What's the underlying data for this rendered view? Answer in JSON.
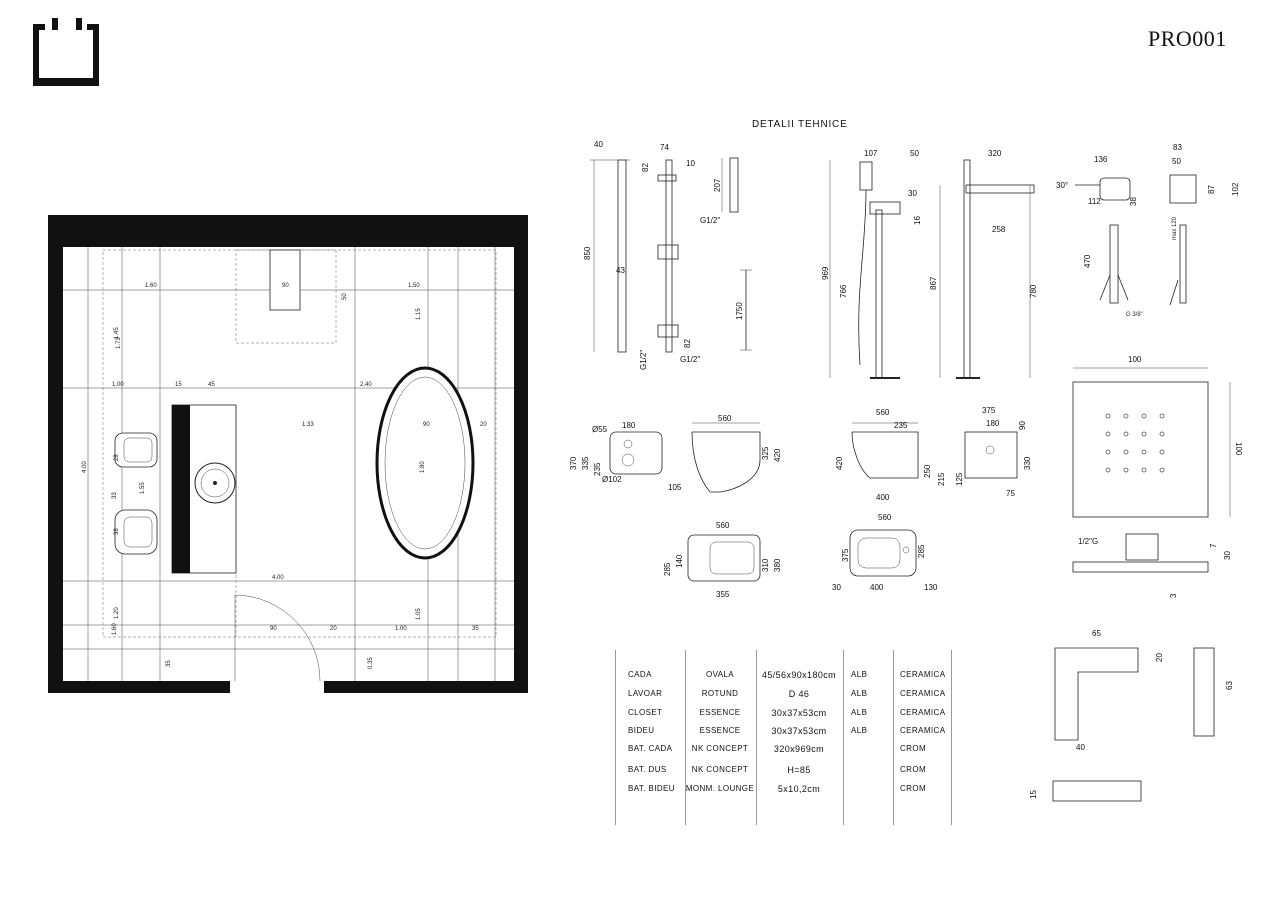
{
  "header": {
    "code": "PRO001",
    "technical_title": "DETALII TEHNICE"
  },
  "icons": {
    "logo": "open-box-logo-icon"
  },
  "plan": {
    "dims": [
      "1.60",
      "90",
      "50",
      "1.50",
      "1.73",
      "1.45",
      "1.15",
      "1.00",
      "15",
      "45",
      "2.40",
      "1.33",
      "90",
      "20",
      "28",
      "33",
      "1.55",
      "4.00",
      "1.80",
      "38",
      "4.00",
      "1.20",
      "1.60",
      "90",
      "20",
      "1.00",
      "35",
      "35",
      "0.35",
      "1.05"
    ]
  },
  "details": {
    "shower_bar": [
      "40",
      "74",
      "10",
      "82",
      "207",
      "G1/2\"",
      "850",
      "43",
      "1750",
      "82",
      "G1/2\"",
      "G1/2\""
    ],
    "bath_faucet": [
      "107",
      "50",
      "30",
      "16",
      "969",
      "766",
      "320",
      "258",
      "867",
      "780"
    ],
    "bidet_mixer": [
      "136",
      "30°",
      "112",
      "38",
      "470",
      "83",
      "50",
      "87",
      "102",
      "max 120",
      "G 3/8\""
    ],
    "washbasin": [
      "Ø55",
      "180",
      "370",
      "335",
      "235",
      "Ø102"
    ],
    "toilet_side": [
      "560",
      "325",
      "420",
      "105"
    ],
    "bidet_side": [
      "560",
      "235",
      "420",
      "250",
      "215",
      "400"
    ],
    "bidet_front": [
      "375",
      "180",
      "90",
      "330",
      "125",
      "75"
    ],
    "toilet_top": [
      "560",
      "285",
      "140",
      "310",
      "380",
      "355"
    ],
    "bidet_top": [
      "560",
      "375",
      "285",
      "30",
      "400",
      "130"
    ],
    "shower_head": [
      "100",
      "100",
      "1/2\"G",
      "7",
      "30",
      "3"
    ],
    "soap_dish": [
      "65",
      "20",
      "63",
      "40",
      "15"
    ]
  },
  "spec_table": {
    "rows": [
      {
        "item": "CADA",
        "model": "OVALA",
        "size": "45/56x90x180cm",
        "color": "ALB",
        "material": "CERAMICA"
      },
      {
        "item": "LAVOAR",
        "model": "ROTUND",
        "size": "D 46",
        "color": "ALB",
        "material": "CERAMICA"
      },
      {
        "item": "CLOSET",
        "model": "ESSENCE",
        "size": "30x37x53cm",
        "color": "ALB",
        "material": "CERAMICA"
      },
      {
        "item": "BIDEU",
        "model": "ESSENCE",
        "size": "30x37x53cm",
        "color": "ALB",
        "material": "CERAMICA"
      },
      {
        "item": "BAT. CADA",
        "model": "NK CONCEPT",
        "size": "320x969cm",
        "color": "",
        "material": "CROM"
      },
      {
        "item": "BAT. DUS",
        "model": "NK CONCEPT",
        "size": "H=85",
        "color": "",
        "material": "CROM"
      },
      {
        "item": "BAT. BIDEU",
        "model": "MONM. LOUNGE",
        "size": "5x10,2cm",
        "color": "",
        "material": "CROM"
      }
    ]
  },
  "colors": {
    "wall": "#111111",
    "line": "#222222"
  }
}
